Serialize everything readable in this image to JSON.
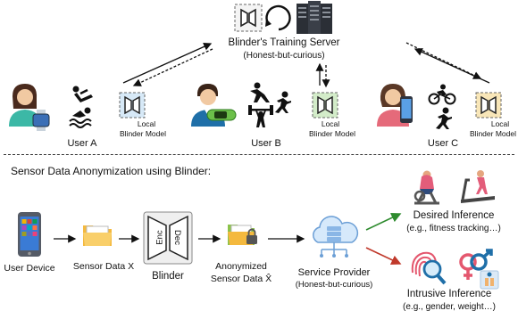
{
  "server": {
    "title": "Blinder's Training Server",
    "subtitle": "(Honest-but-curious)"
  },
  "users": [
    {
      "name": "User A",
      "model_line1": "Local",
      "model_line2": "Blinder Model"
    },
    {
      "name": "User B",
      "model_line1": "Local",
      "model_line2": "Blinder Model"
    },
    {
      "name": "User C",
      "model_line1": "Local",
      "model_line2": "Blinder Model"
    }
  ],
  "pipeline": {
    "section_title": "Sensor Data Anonymization using Blinder:",
    "user_device": "User Device",
    "sensor_data": "Sensor Data X",
    "blinder": "Blinder",
    "enc": "Enc",
    "dec": "Dec",
    "anonymized_line1": "Anonymized",
    "anonymized_line2": "Sensor Data X̂",
    "service_provider": "Service Provider",
    "service_provider_sub": "(Honest-but-curious)",
    "desired_title": "Desired Inference",
    "desired_sub": "(e.g., fitness tracking…)",
    "intrusive_title": "Intrusive Inference",
    "intrusive_sub": "(e.g., gender, weight…)"
  },
  "colors": {
    "model_a": "#d7e9f7",
    "model_b": "#d3ecc9",
    "model_c": "#f8e6b8",
    "green_arrow": "#2e8b2e",
    "red_arrow": "#c0392b"
  }
}
